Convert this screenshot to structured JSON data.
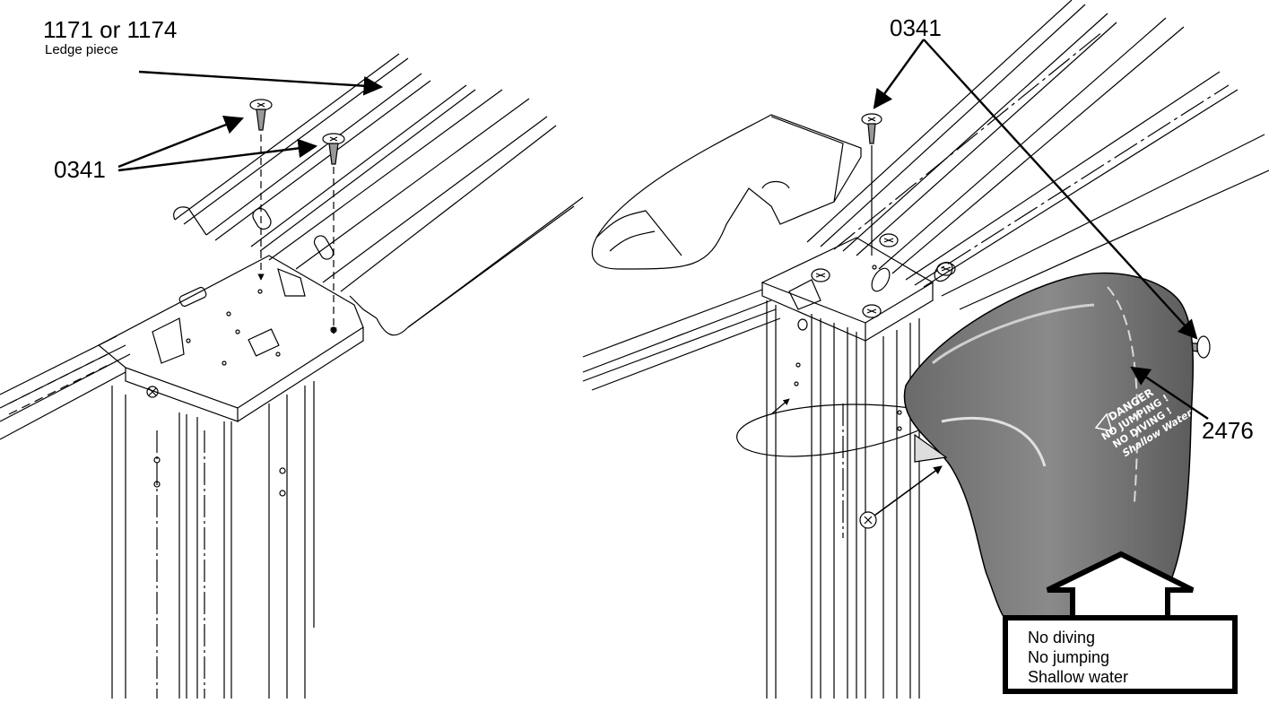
{
  "labels": {
    "ledge_part": "1171 or 1174",
    "ledge_name": "Ledge piece",
    "screw_left": "0341",
    "screw_right": "0341",
    "cap_part": "2476"
  },
  "cap_warning": {
    "heading": "DANGER",
    "line1": "NO JUMPING !",
    "line2": "NO DIVING !",
    "line3": "Shallow Water"
  },
  "callout": {
    "line1": "No diving",
    "line2": "No jumping",
    "line3": "Shallow water"
  }
}
